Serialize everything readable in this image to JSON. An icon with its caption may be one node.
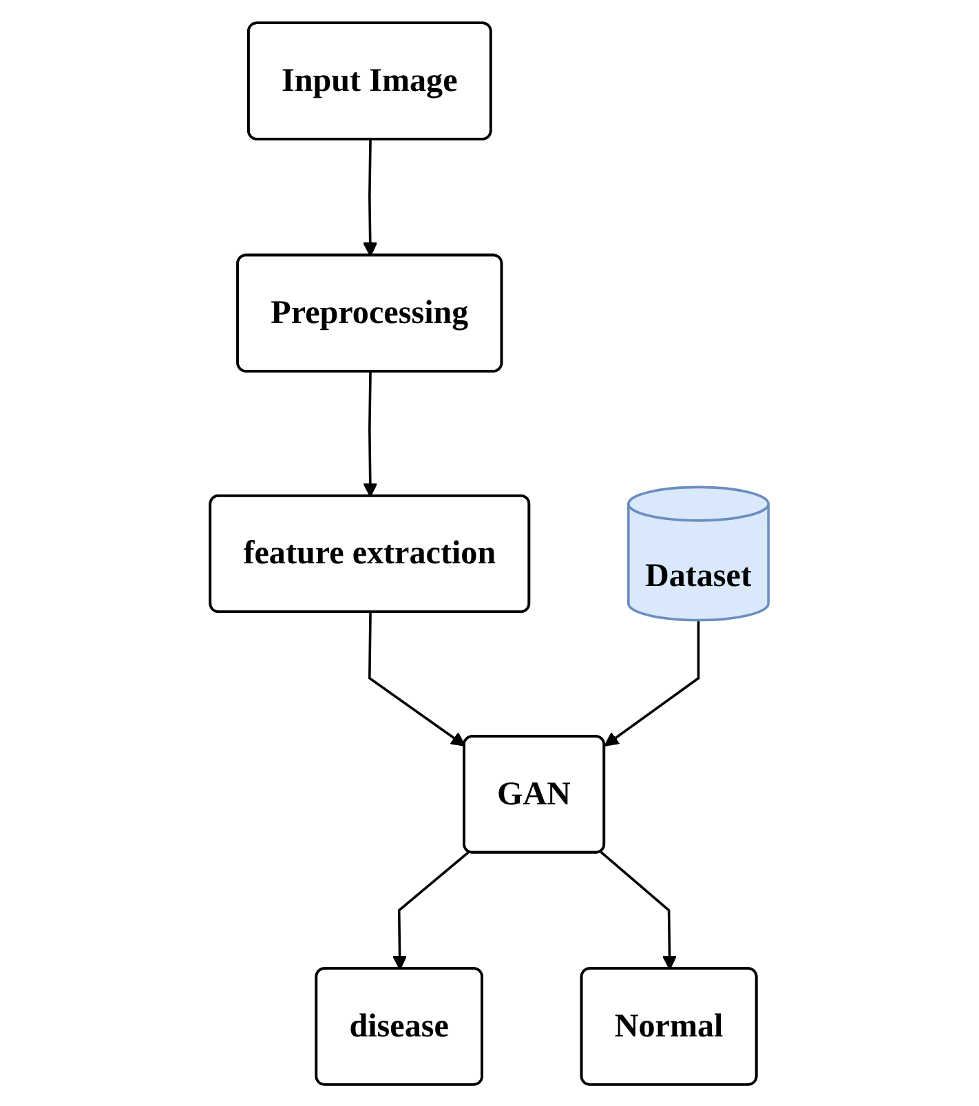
{
  "diagram": {
    "nodes": [
      {
        "text": [
          "Input Image"
        ]
      },
      {
        "text": [
          "Preprocessing"
        ]
      },
      {
        "text": [
          "feature extraction"
        ]
      },
      {
        "text": [
          "Dataset"
        ]
      },
      {
        "text": [
          "GAN"
        ]
      },
      {
        "text": [
          "disease"
        ]
      },
      {
        "text": [
          "Normal"
        ]
      }
    ],
    "edges": [
      {
        "from": 0,
        "to": 1,
        "arrow": "to"
      },
      {
        "from": 1,
        "to": 2,
        "arrow": "to"
      },
      {
        "from": 2,
        "to": 4,
        "arrow": "to"
      },
      {
        "from": 3,
        "to": 4,
        "arrow": "to"
      },
      {
        "from": 4,
        "to": 5,
        "arrow": "to"
      },
      {
        "from": 4,
        "to": 6,
        "arrow": "to"
      }
    ]
  }
}
